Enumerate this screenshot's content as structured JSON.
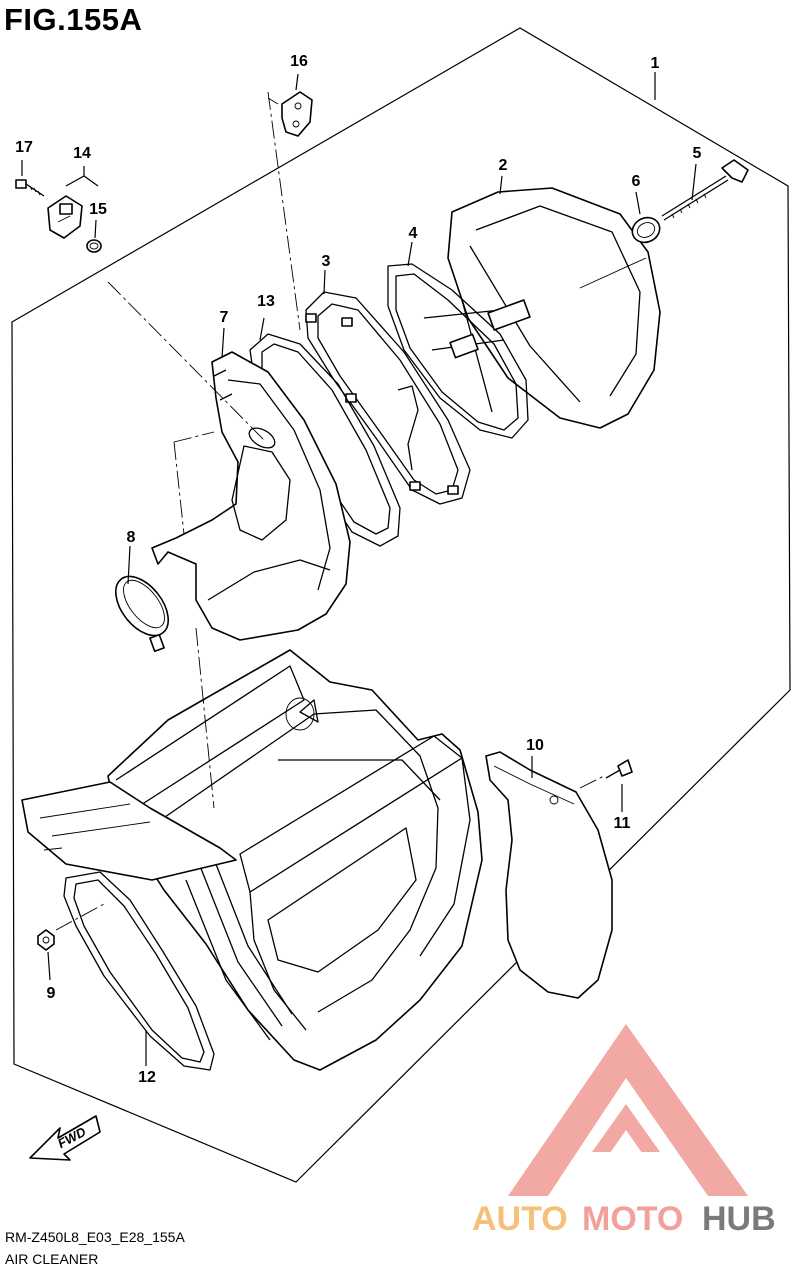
{
  "figure_title": "FIG.155A",
  "footer": {
    "code": "RM-Z450L8_E03_E28_155A",
    "name": "AIR CLEANER"
  },
  "callouts": {
    "c1": "1",
    "c2": "2",
    "c3": "3",
    "c4": "4",
    "c5": "5",
    "c6": "6",
    "c7": "7",
    "c8": "8",
    "c9": "9",
    "c10": "10",
    "c11": "11",
    "c12": "12",
    "c13": "13",
    "c14": "14",
    "c15": "15",
    "c16": "16",
    "c17": "17"
  },
  "fwd_label": "FWD",
  "watermark": {
    "text_auto": "AUTO",
    "text_moto": "MOTO",
    "text_hub": "HUB",
    "color_primary": "#f2a099",
    "color_secondary": "#f6c07a",
    "color_hub": "#7a7a7a"
  }
}
